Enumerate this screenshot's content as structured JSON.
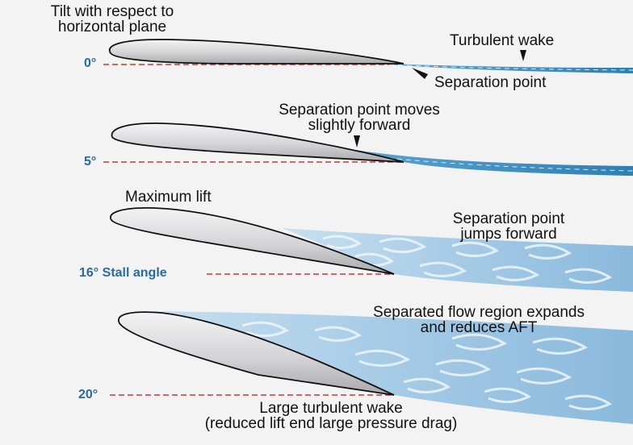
{
  "header": {
    "line1": "Tilt with respect to",
    "line2": "horizontal plane"
  },
  "panels": [
    {
      "angle": "0°",
      "labels": {
        "wake": "Turbulent wake",
        "separation": "Separation point"
      }
    },
    {
      "angle": "5°",
      "labels": {
        "line1": "Separation point moves",
        "line2": "slightly forward"
      }
    },
    {
      "angle": "16° Stall angle",
      "labels": {
        "lift": "Maximum lift",
        "line1": "Separation point",
        "line2": "jumps forward"
      }
    },
    {
      "angle": "20°",
      "labels": {
        "line1": "Separated flow region expands",
        "line2": "and reduces AFT",
        "bottom1": "Large turbulent wake",
        "bottom2": "(reduced lift end large pressure drag)"
      }
    }
  ],
  "colors": {
    "foil": "#d6d6d8",
    "wake": "#3f8fc0",
    "separated_flow": "#a9cde6",
    "angle_text": "#2a6aa0",
    "reference_line": "#c23a3a"
  },
  "icons": [
    "pointer-arrow-icon"
  ]
}
